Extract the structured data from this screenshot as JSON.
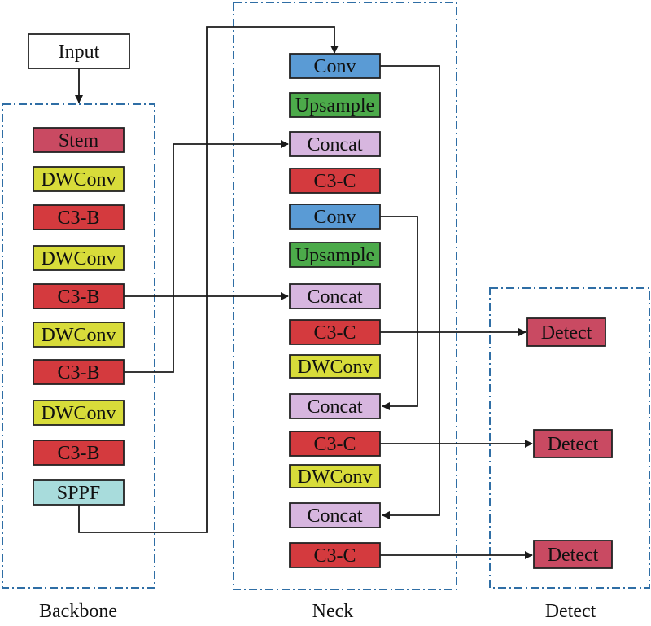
{
  "colors": {
    "red": "#d43a3e",
    "stem": "#c94a62",
    "yellow": "#d8dc3a",
    "blue": "#5a9bd5",
    "green": "#4caa4a",
    "purple": "#d7b6df",
    "cyan": "#a8dcdc",
    "detect": "#c94a62",
    "input": "#ffffff",
    "group_border": "#2f6ea5"
  },
  "groups": {
    "backbone": "Backbone",
    "neck": "Neck",
    "detect": "Detect"
  },
  "nodes": {
    "input": {
      "label": "Input",
      "color": "input"
    },
    "stem": {
      "label": "Stem",
      "color": "stem"
    },
    "b_dw1": {
      "label": "DWConv",
      "color": "yellow"
    },
    "b_c3b1": {
      "label": "C3-B",
      "color": "red"
    },
    "b_dw2": {
      "label": "DWConv",
      "color": "yellow"
    },
    "b_c3b2": {
      "label": "C3-B",
      "color": "red"
    },
    "b_dw3": {
      "label": "DWConv",
      "color": "yellow"
    },
    "b_c3b3": {
      "label": "C3-B",
      "color": "red"
    },
    "b_dw4": {
      "label": "DWConv",
      "color": "yellow"
    },
    "b_c3b4": {
      "label": "C3-B",
      "color": "red"
    },
    "sppf": {
      "label": "SPPF",
      "color": "cyan"
    },
    "n_conv1": {
      "label": "Conv",
      "color": "blue"
    },
    "n_up1": {
      "label": "Upsample",
      "color": "green"
    },
    "n_cat1": {
      "label": "Concat",
      "color": "purple"
    },
    "n_c3c1": {
      "label": "C3-C",
      "color": "red"
    },
    "n_conv2": {
      "label": "Conv",
      "color": "blue"
    },
    "n_up2": {
      "label": "Upsample",
      "color": "green"
    },
    "n_cat2": {
      "label": "Concat",
      "color": "purple"
    },
    "n_c3c2": {
      "label": "C3-C",
      "color": "red"
    },
    "n_dw1": {
      "label": "DWConv",
      "color": "yellow"
    },
    "n_cat3": {
      "label": "Concat",
      "color": "purple"
    },
    "n_c3c3": {
      "label": "C3-C",
      "color": "red"
    },
    "n_dw2": {
      "label": "DWConv",
      "color": "yellow"
    },
    "n_cat4": {
      "label": "Concat",
      "color": "purple"
    },
    "n_c3c4": {
      "label": "C3-C",
      "color": "red"
    },
    "det1": {
      "label": "Detect",
      "color": "detect"
    },
    "det2": {
      "label": "Detect",
      "color": "detect"
    },
    "det3": {
      "label": "Detect",
      "color": "detect"
    }
  },
  "edges": [
    {
      "from": "input",
      "to": "backbone"
    },
    {
      "from": "sppf",
      "to": "n_conv1"
    },
    {
      "from": "b_c3b3",
      "to": "n_cat1"
    },
    {
      "from": "b_c3b2",
      "to": "n_cat2"
    },
    {
      "from": "n_conv1",
      "to": "n_cat4"
    },
    {
      "from": "n_conv2",
      "to": "n_cat3"
    },
    {
      "from": "n_c3c2",
      "to": "det1"
    },
    {
      "from": "n_c3c3",
      "to": "det2"
    },
    {
      "from": "n_c3c4",
      "to": "det3"
    }
  ]
}
